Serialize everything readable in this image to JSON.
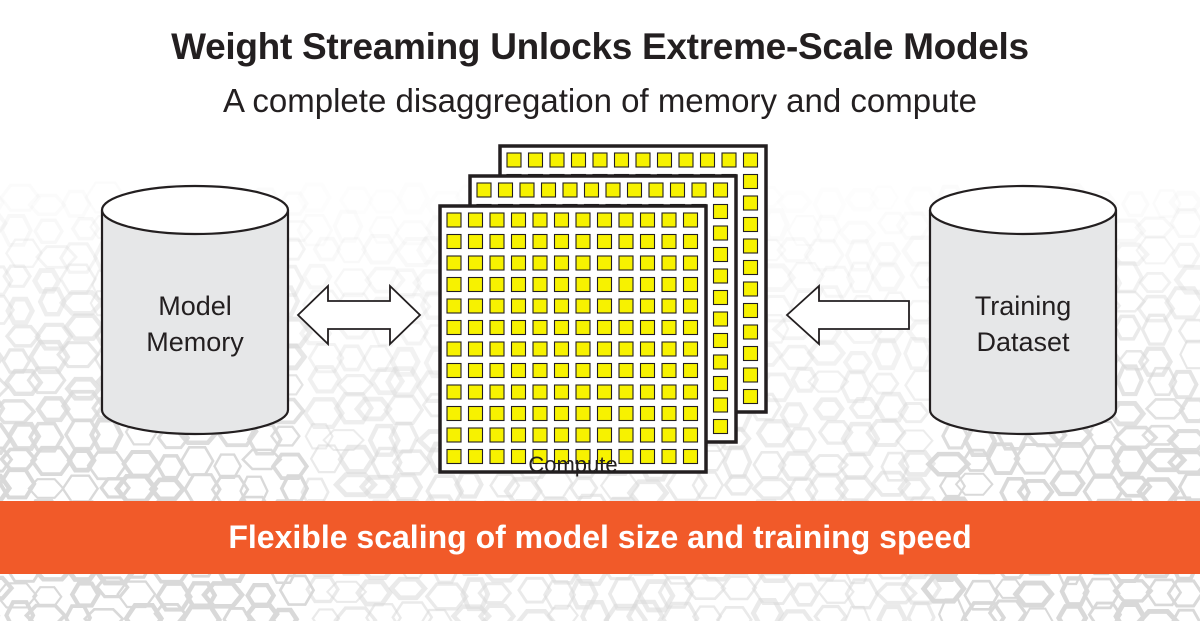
{
  "header": {
    "title": "Weight Streaming Unlocks Extreme-Scale Models",
    "subtitle": "A complete disaggregation of memory and compute"
  },
  "nodes": {
    "model_memory": {
      "line1": "Model",
      "line2": "Memory"
    },
    "training_dataset": {
      "line1": "Training",
      "line2": "Dataset"
    },
    "compute": {
      "label": "Compute"
    }
  },
  "banner": {
    "text": "Flexible scaling of model size and training speed"
  },
  "colors": {
    "banner": "#f15a29",
    "core": "#f7f200",
    "cylinder": "#e6e7e8",
    "pattern": "#d9d9d9"
  }
}
